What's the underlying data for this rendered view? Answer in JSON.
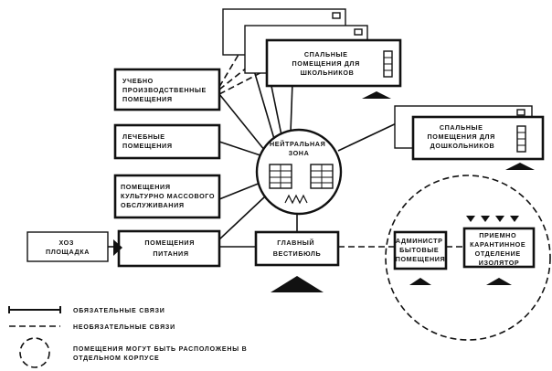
{
  "nodes": {
    "uchebno": [
      "УЧЕБНО",
      "ПРОИЗВОДСТВЕННЫЕ",
      "ПОМЕЩЕНИЯ"
    ],
    "lechebnye": [
      "ЛЕЧЕБНЫЕ",
      "ПОМЕЩЕНИЯ"
    ],
    "kultura": [
      "ПОМЕЩЕНИЯ",
      "КУЛЬТУРНО МАССОВОГО",
      "ОБСЛУЖИВАНИЯ"
    ],
    "hoz": [
      "ХОЗ",
      "ПЛОЩАДКА"
    ],
    "pitanie": [
      "ПОМЕЩЕНИЯ",
      "ПИТАНИЯ"
    ],
    "neutral": [
      "НЕЙТРАЛЬНАЯ",
      "ЗОНА"
    ],
    "vestibul": [
      "ГЛАВНЫЙ",
      "ВЕСТИБЮЛЬ"
    ],
    "spalnye_shk": [
      "СПАЛЬНЫЕ",
      "ПОМЕЩЕНИЯ ДЛЯ",
      "ШКОЛЬНИКОВ"
    ],
    "spalnye_dosh": [
      "СПАЛЬНЫЕ",
      "ПОМЕЩЕНИЯ ДЛЯ",
      "ДОШКОЛЬНИКОВ"
    ],
    "admin": [
      "АДМИНИСТР",
      "БЫТОВЫЕ",
      "ПОМЕЩЕНИЯ"
    ],
    "priemno": [
      "ПРИЕМНО",
      "КАРАНТИННОЕ",
      "ОТДЕЛЕНИЕ",
      "ИЗОЛЯТОР"
    ]
  },
  "legend": {
    "mandatory": "ОБЯЗАТЕЛЬНЫЕ СВЯЗИ",
    "optional": "НЕОБЯЗАТЕЛЬНЫЕ СВЯЗИ",
    "separate": [
      "ПОМЕЩЕНИЯ МОГУТ БЫТЬ РАСПОЛОЖЕНЫ В",
      "ОТДЕЛЬНОМ КОРПУСЕ"
    ]
  }
}
